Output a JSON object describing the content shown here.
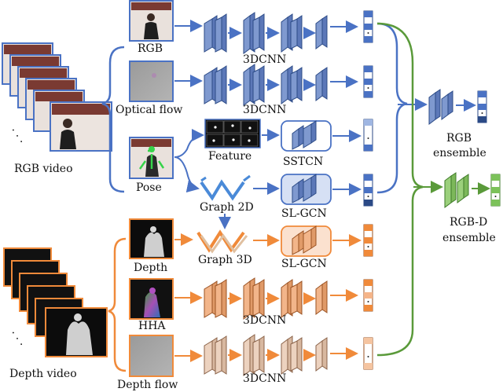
{
  "labels": {
    "rgb_video": "RGB video",
    "depth_video": "Depth video",
    "rgb": "RGB",
    "optical_flow": "Optical flow",
    "pose": "Pose",
    "feature": "Feature",
    "graph_2d": "Graph 2D",
    "graph_3d": "Graph 3D",
    "depth": "Depth",
    "hha": "HHA",
    "depth_flow": "Depth flow",
    "cnn_rgb": "3DCNN",
    "cnn_flow": "3DCNN",
    "cnn_hha": "3DCNN",
    "cnn_depthflow": "3DCNN",
    "sstcn": "SSTCN",
    "slgcn_2d": "SL-GCN",
    "slgcn_3d": "SL-GCN",
    "rgb_ensemble_1": "RGB",
    "rgb_ensemble_2": "ensemble",
    "rgbd_ensemble_1": "RGB-D",
    "rgbd_ensemble_2": "ensemble",
    "dots": "· · ·"
  },
  "colors": {
    "blue": "#4a72c4",
    "orange": "#f08a3a",
    "green": "#5a9a3a",
    "block_blue": "#7f99cf",
    "block_orange": "#f2b58a",
    "block_peach": "#ecd2bf",
    "block_green": "#9bd07c"
  }
}
